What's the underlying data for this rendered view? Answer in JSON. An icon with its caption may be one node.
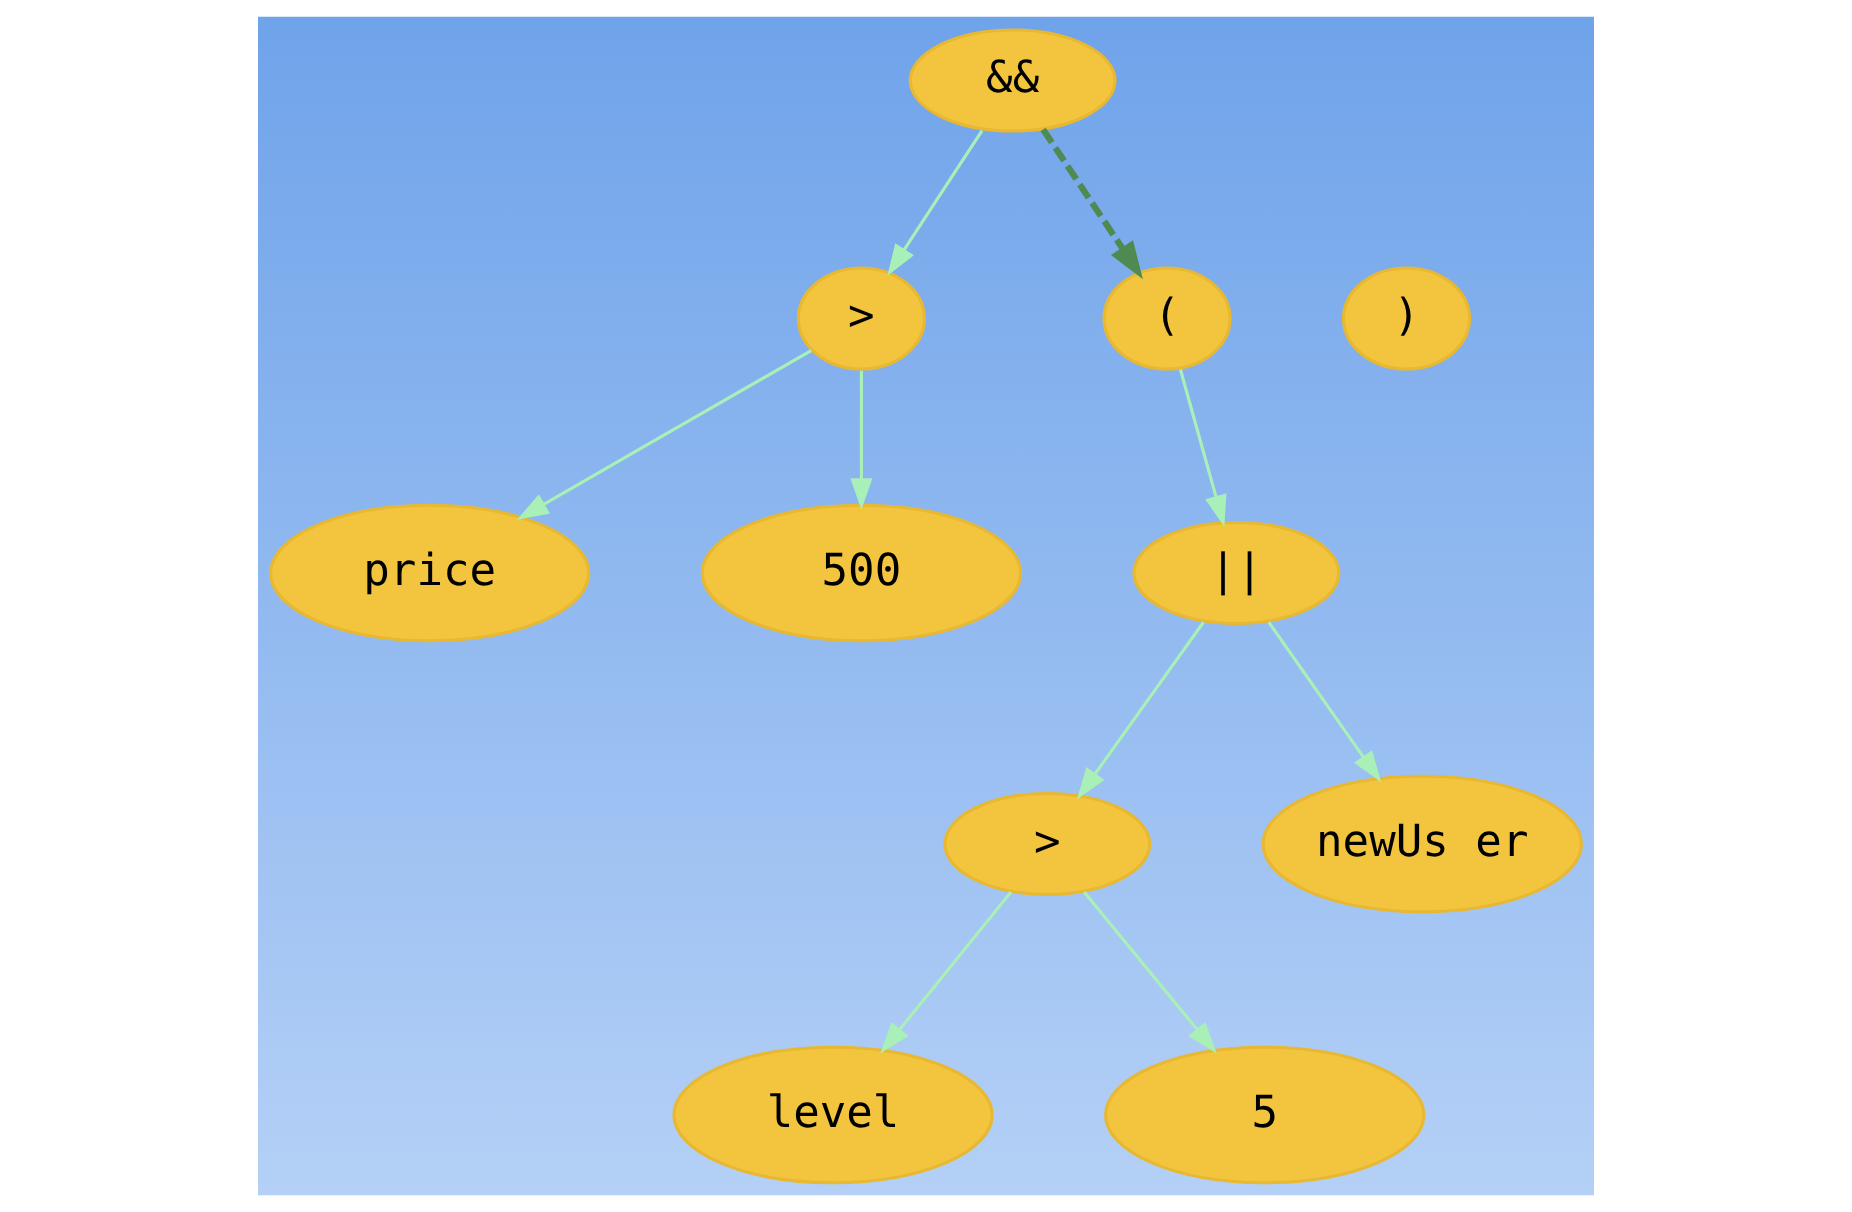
{
  "diagram": {
    "nodes": [
      {
        "text": [
          "&&"
        ]
      },
      {
        "text": [
          ">"
        ]
      },
      {
        "text": [
          "("
        ]
      },
      {
        "text": [
          ")"
        ]
      },
      {
        "text": [
          "||"
        ]
      },
      {
        "text": [
          ">"
        ]
      },
      {
        "text": [
          "price"
        ]
      },
      {
        "text": [
          "500"
        ]
      },
      {
        "text": [
          "newUs er"
        ]
      },
      {
        "text": [
          "level"
        ]
      },
      {
        "text": [
          "5"
        ]
      }
    ],
    "edges": [
      {
        "from": 0,
        "to": 1,
        "arrow": "to"
      },
      {
        "from": 0,
        "to": 2,
        "arrow": "to",
        "style": "dashed",
        "color": "#4e8a52"
      },
      {
        "from": 2,
        "to": 4,
        "arrow": "to"
      },
      {
        "from": 1,
        "to": 6,
        "arrow": "to"
      },
      {
        "from": 1,
        "to": 7,
        "arrow": "to"
      },
      {
        "from": 4,
        "to": 8,
        "arrow": "to"
      },
      {
        "from": 4,
        "to": 5,
        "arrow": "to"
      },
      {
        "from": 5,
        "to": 9,
        "arrow": "to"
      },
      {
        "from": 5,
        "to": 10,
        "arrow": "to"
      }
    ]
  }
}
